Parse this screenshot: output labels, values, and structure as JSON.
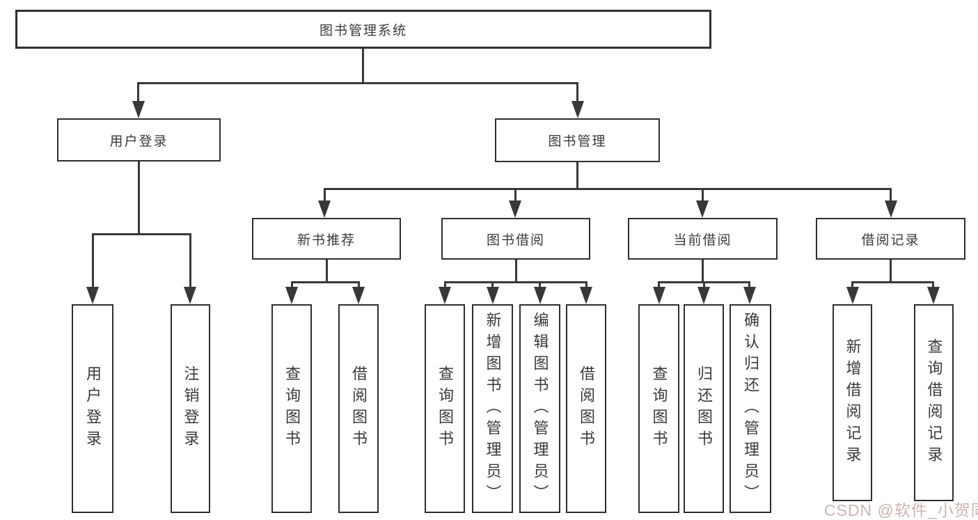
{
  "diagram_type": "hierarchy-tree",
  "colors": {
    "line": "#383838",
    "box_border": "#2e2e2e",
    "text": "#3a3a3a",
    "background": "#ffffff",
    "watermark": "#ccb4b2"
  },
  "tree": {
    "label": "图书管理系统",
    "children": [
      {
        "label": "用户登录",
        "children": [
          {
            "label": "用户登录"
          },
          {
            "label": "注销登录"
          }
        ]
      },
      {
        "label": "图书管理",
        "children": [
          {
            "label": "新书推荐",
            "children": [
              {
                "label": "查询图书"
              },
              {
                "label": "借阅图书"
              }
            ]
          },
          {
            "label": "图书借阅",
            "children": [
              {
                "label": "查询图书"
              },
              {
                "label": "新增图书（管理员）"
              },
              {
                "label": "编辑图书（管理员）"
              },
              {
                "label": "借阅图书"
              }
            ]
          },
          {
            "label": "当前借阅",
            "children": [
              {
                "label": "查询图书"
              },
              {
                "label": "归还图书"
              },
              {
                "label": "确认归还（管理员）"
              }
            ]
          },
          {
            "label": "借阅记录",
            "children": [
              {
                "label": "新增借阅记录"
              },
              {
                "label": "查询借阅记录"
              }
            ]
          }
        ]
      }
    ]
  },
  "watermark": {
    "text": "CSDN @软件_小贺同学"
  }
}
